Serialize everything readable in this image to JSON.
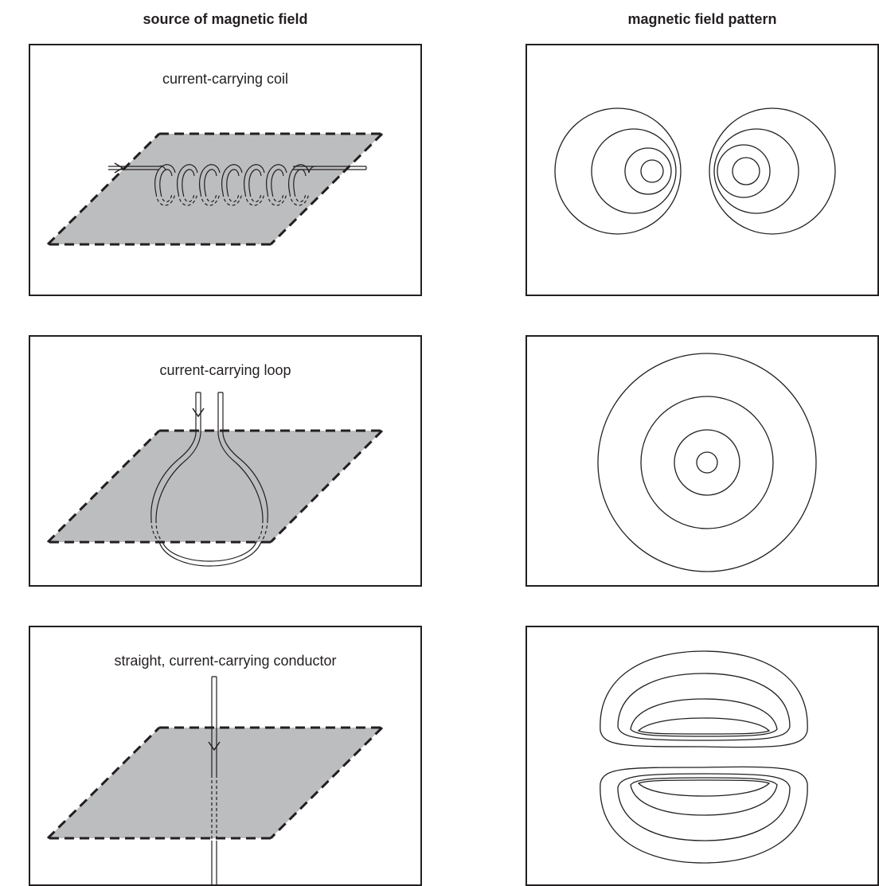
{
  "headers": {
    "left": "source of magnetic field",
    "right": "magnetic field pattern"
  },
  "sources": [
    {
      "label": "current-carrying coil"
    },
    {
      "label": "current-carrying loop"
    },
    {
      "label": "straight, current-carrying conductor"
    }
  ],
  "colors": {
    "plane": "#bcbdbf",
    "line": "#231f20",
    "background": "#ffffff"
  }
}
